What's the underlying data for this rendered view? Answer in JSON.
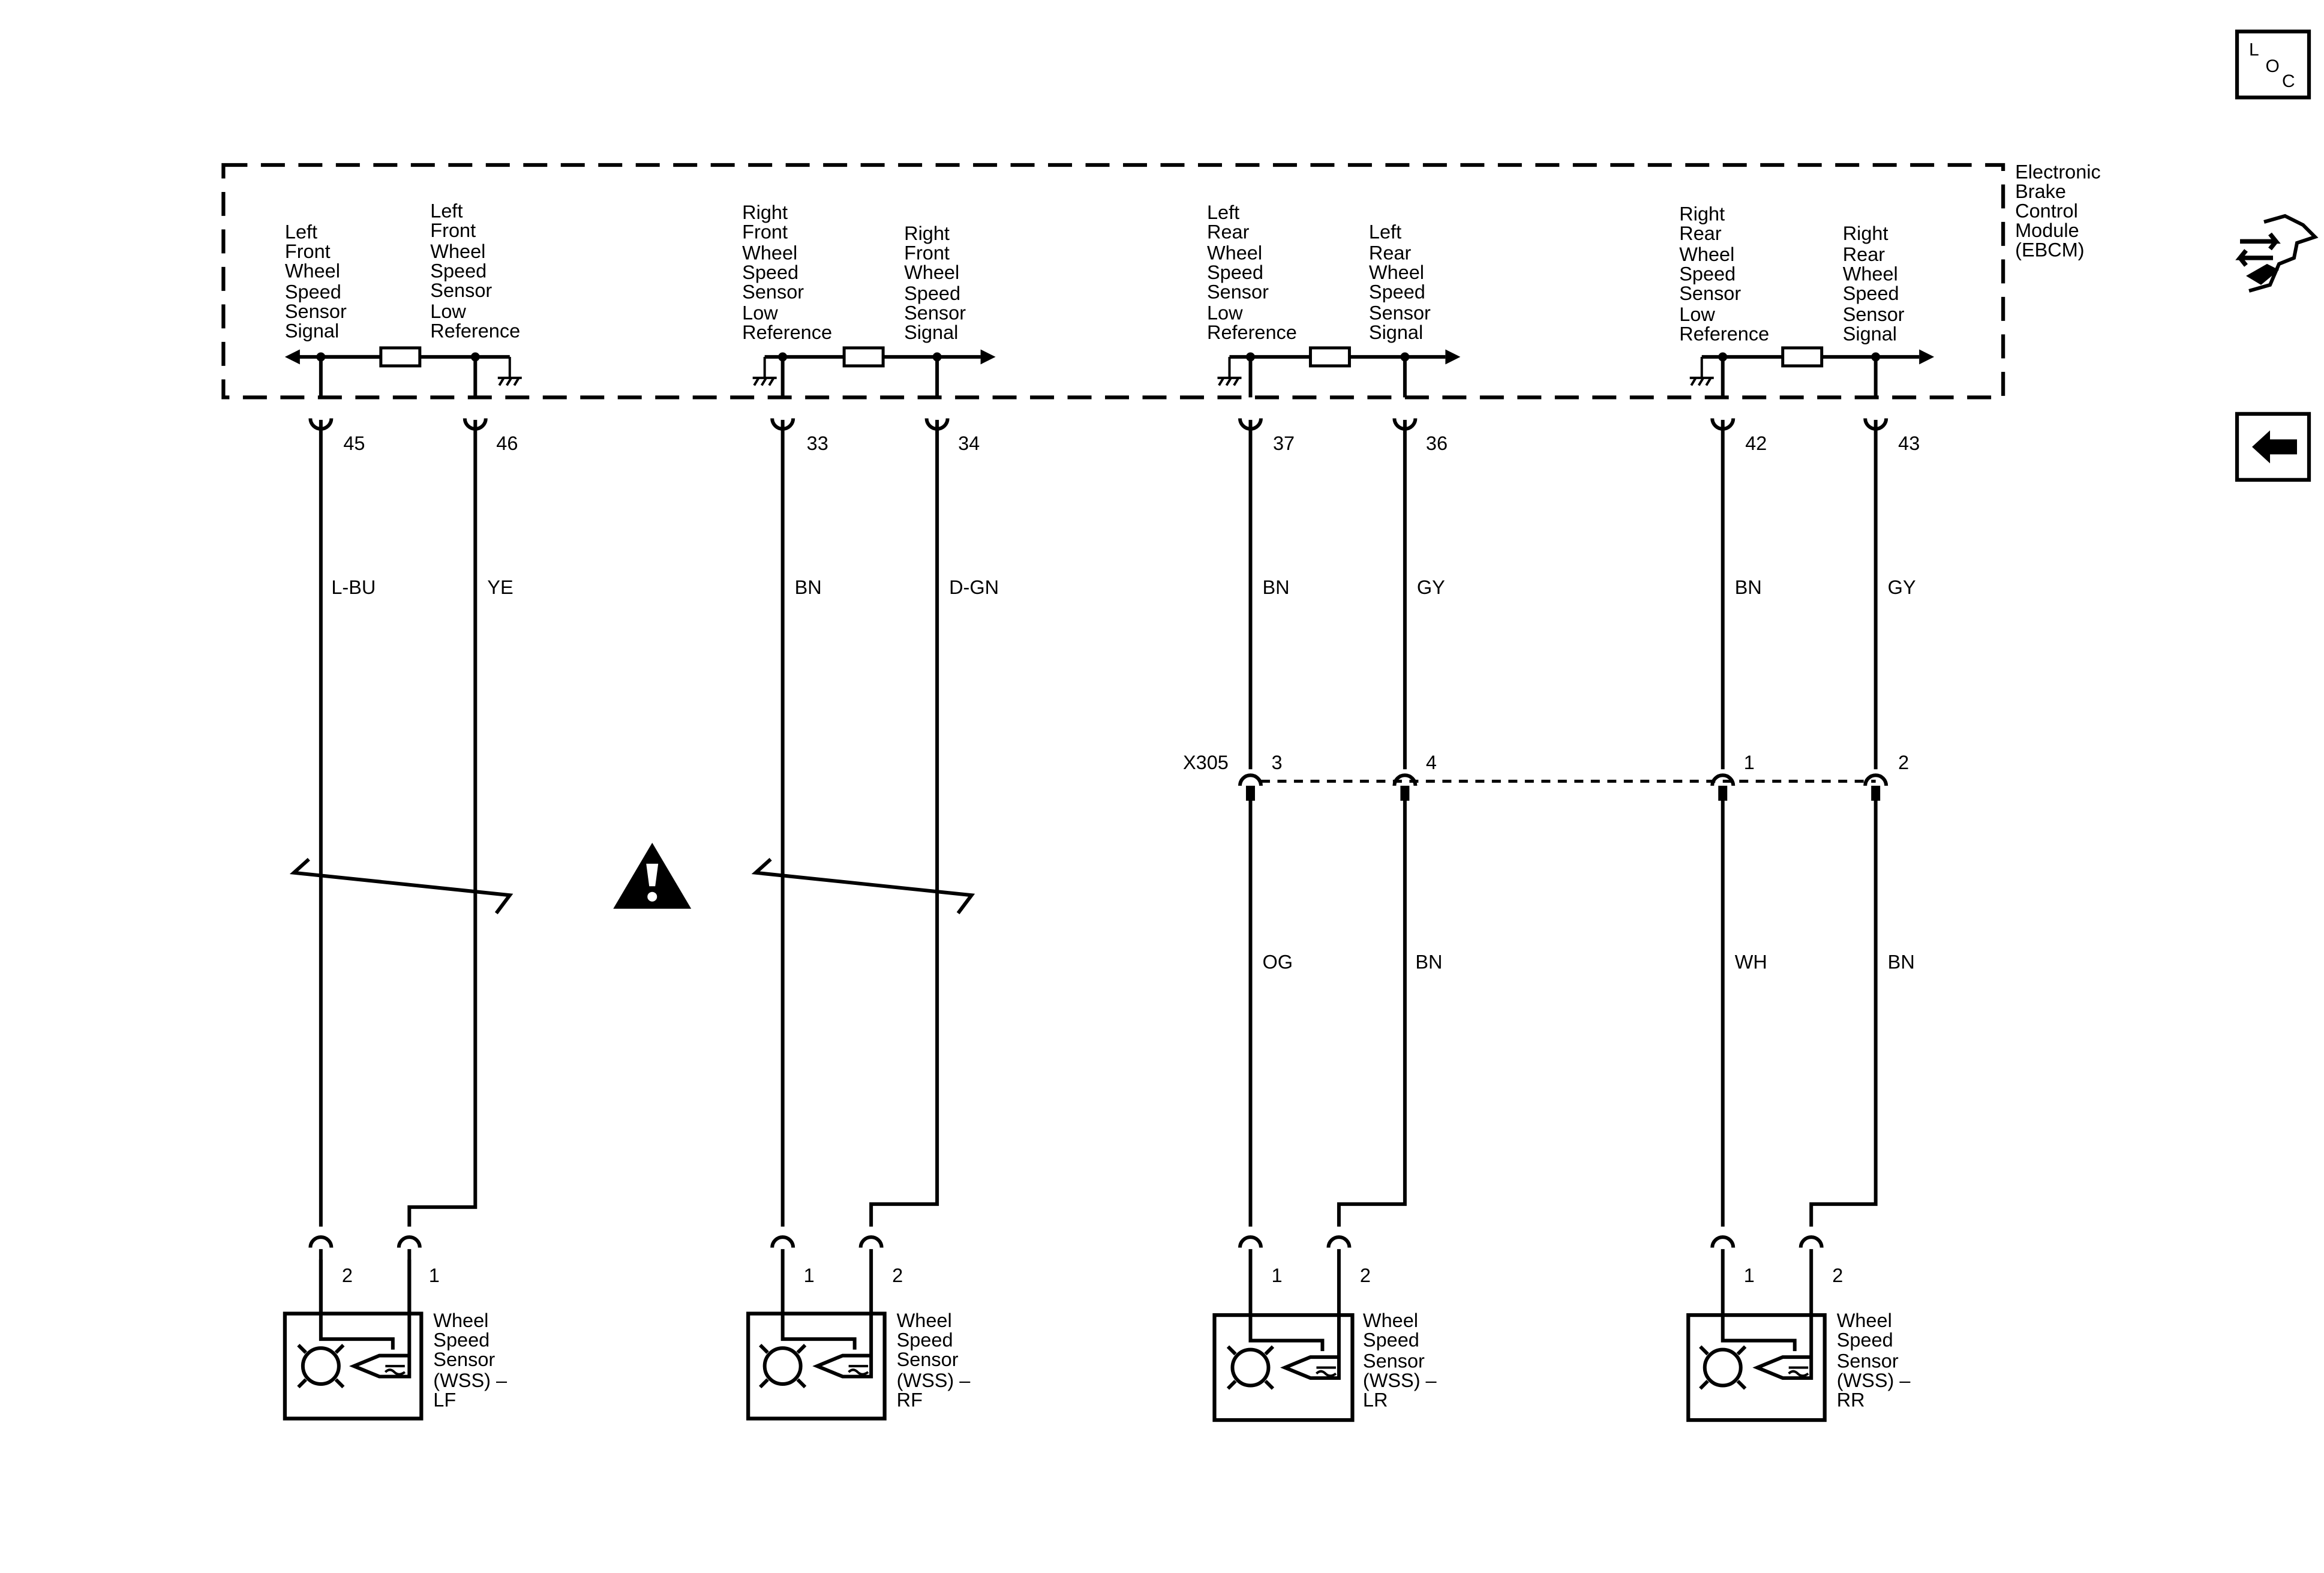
{
  "module": {
    "name_lines": [
      "Electronic",
      "Brake",
      "Control",
      "Module",
      "(EBCM)"
    ]
  },
  "circuits": [
    {
      "id": "lf",
      "signal_label": [
        "Left",
        "Front",
        "Wheel",
        "Speed",
        "Sensor",
        "Signal"
      ],
      "lowref_label": [
        "Left",
        "Front",
        "Wheel",
        "Speed",
        "Sensor",
        "Low",
        "Reference"
      ],
      "signal_pin": "45",
      "lowref_pin": "46",
      "signal_wire": "L-BU",
      "lowref_wire": "YE",
      "sensor_signal_pin": "2",
      "sensor_lowref_pin": "1",
      "sensor_label": [
        "Wheel",
        "Speed",
        "Sensor",
        "(WSS) –",
        "LF"
      ]
    },
    {
      "id": "rf",
      "lowref_label": [
        "Right",
        "Front",
        "Wheel",
        "Speed",
        "Sensor",
        "Low",
        "Reference"
      ],
      "signal_label": [
        "Right",
        "Front",
        "Wheel",
        "Speed",
        "Sensor",
        "Signal"
      ],
      "lowref_pin": "33",
      "signal_pin": "34",
      "lowref_wire": "BN",
      "signal_wire": "D-GN",
      "sensor_lowref_pin": "1",
      "sensor_signal_pin": "2",
      "sensor_label": [
        "Wheel",
        "Speed",
        "Sensor",
        "(WSS) –",
        "RF"
      ]
    },
    {
      "id": "lr",
      "lowref_label": [
        "Left",
        "Rear",
        "Wheel",
        "Speed",
        "Sensor",
        "Low",
        "Reference"
      ],
      "signal_label": [
        "Left",
        "Rear",
        "Wheel",
        "Speed",
        "Sensor",
        "Signal"
      ],
      "lowref_pin": "37",
      "signal_pin": "36",
      "lowref_wire": "BN",
      "signal_wire": "GY",
      "inline_lowref_pin": "3",
      "inline_signal_pin": "4",
      "lowref_wire_2": "OG",
      "signal_wire_2": "BN",
      "sensor_lowref_pin": "1",
      "sensor_signal_pin": "2",
      "sensor_label": [
        "Wheel",
        "Speed",
        "Sensor",
        "(WSS) –",
        "LR"
      ]
    },
    {
      "id": "rr",
      "lowref_label": [
        "Right",
        "Rear",
        "Wheel",
        "Speed",
        "Sensor",
        "Low",
        "Reference"
      ],
      "signal_label": [
        "Right",
        "Rear",
        "Wheel",
        "Speed",
        "Sensor",
        "Signal"
      ],
      "lowref_pin": "42",
      "signal_pin": "43",
      "lowref_wire": "BN",
      "signal_wire": "GY",
      "inline_lowref_pin": "1",
      "inline_signal_pin": "2",
      "lowref_wire_2": "WH",
      "signal_wire_2": "BN",
      "sensor_lowref_pin": "1",
      "sensor_signal_pin": "2",
      "sensor_label": [
        "Wheel",
        "Speed",
        "Sensor",
        "(WSS) –",
        "RR"
      ]
    }
  ],
  "inline_connector": {
    "name": "X305"
  },
  "nav": {
    "loc_letters": [
      "L",
      "O",
      "C"
    ],
    "loc_icon": "location-view-icon",
    "connector_icon": "connector-end-view-icon",
    "back_icon": "back-arrow-icon"
  },
  "warning_icon": "caution-triangle-icon"
}
